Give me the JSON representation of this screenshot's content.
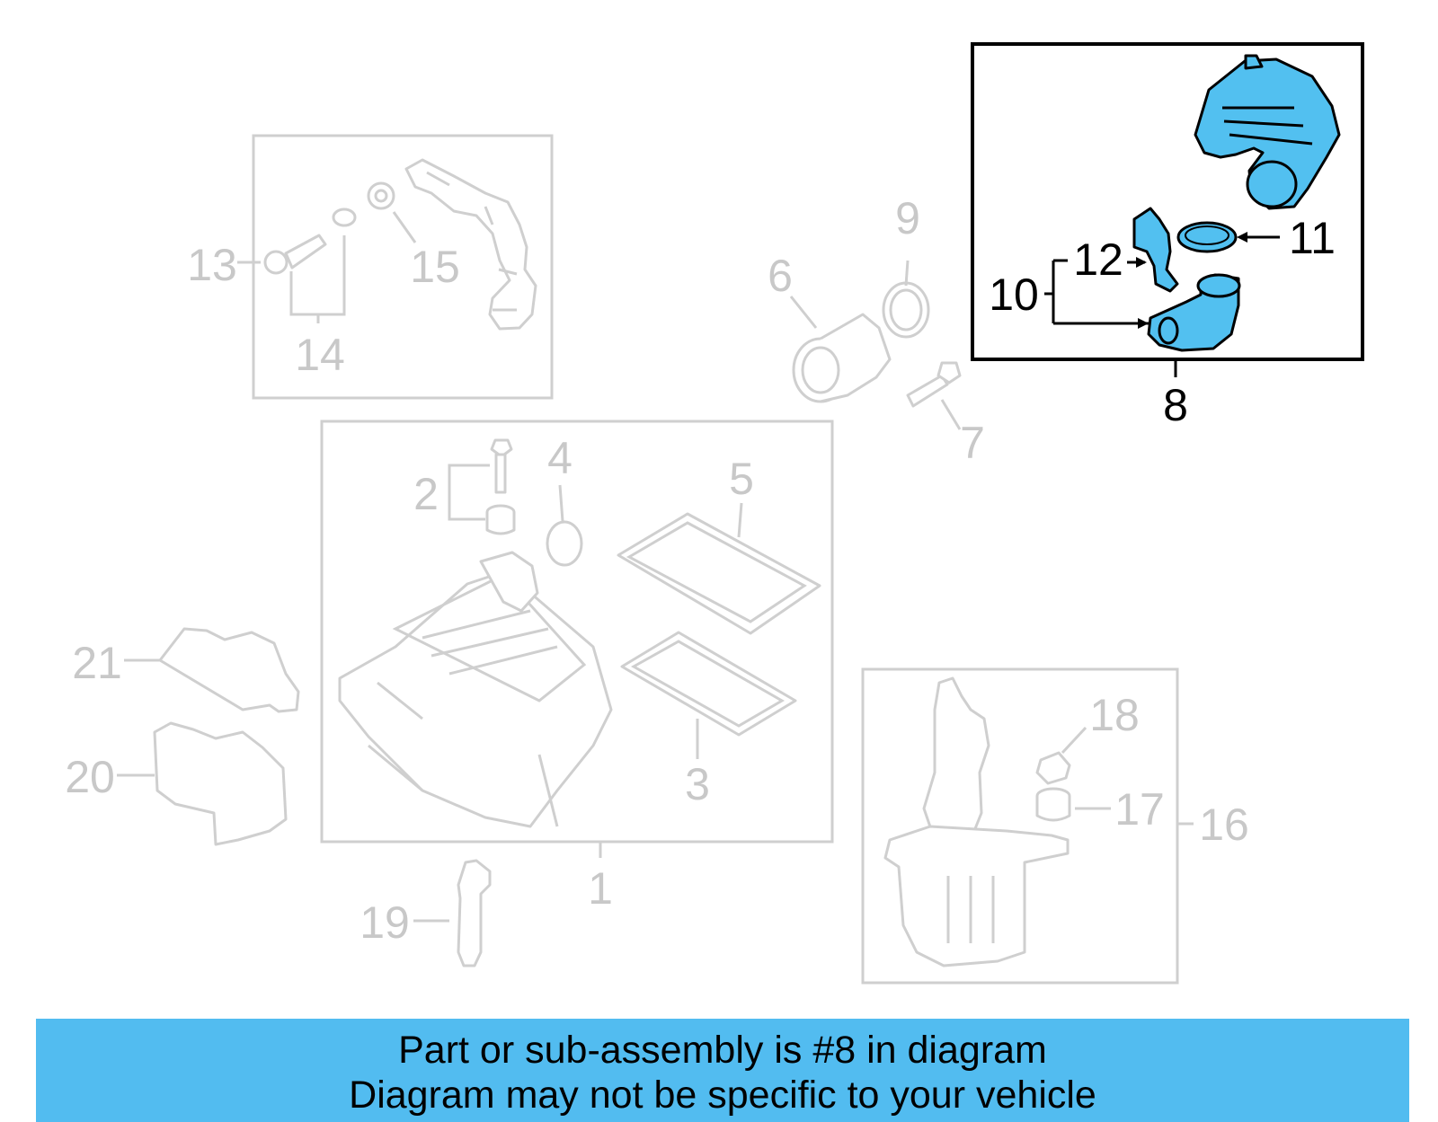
{
  "callouts": [
    {
      "id": "c1",
      "text": "1",
      "highlight": false
    },
    {
      "id": "c2",
      "text": "2",
      "highlight": false
    },
    {
      "id": "c3",
      "text": "3",
      "highlight": false
    },
    {
      "id": "c4",
      "text": "4",
      "highlight": false
    },
    {
      "id": "c5",
      "text": "5",
      "highlight": false
    },
    {
      "id": "c6",
      "text": "6",
      "highlight": false
    },
    {
      "id": "c7",
      "text": "7",
      "highlight": false
    },
    {
      "id": "c8",
      "text": "8",
      "highlight": true
    },
    {
      "id": "c9",
      "text": "9",
      "highlight": false
    },
    {
      "id": "c10",
      "text": "10",
      "highlight": true
    },
    {
      "id": "c11",
      "text": "11",
      "highlight": true
    },
    {
      "id": "c12",
      "text": "12",
      "highlight": true
    },
    {
      "id": "c13",
      "text": "13",
      "highlight": false
    },
    {
      "id": "c14",
      "text": "14",
      "highlight": false
    },
    {
      "id": "c15",
      "text": "15",
      "highlight": false
    },
    {
      "id": "c16",
      "text": "16",
      "highlight": false
    },
    {
      "id": "c17",
      "text": "17",
      "highlight": false
    },
    {
      "id": "c18",
      "text": "18",
      "highlight": false
    },
    {
      "id": "c19",
      "text": "19",
      "highlight": false
    },
    {
      "id": "c20",
      "text": "20",
      "highlight": false
    },
    {
      "id": "c21",
      "text": "21",
      "highlight": false
    }
  ],
  "banner": {
    "line1": "Part or sub-assembly is #8 in diagram",
    "line2": "Diagram may not be specific to your vehicle"
  },
  "colors": {
    "highlight_fill": "#52c0f0",
    "banner_bg": "#52bcf0",
    "muted": "#c8c8c8"
  }
}
